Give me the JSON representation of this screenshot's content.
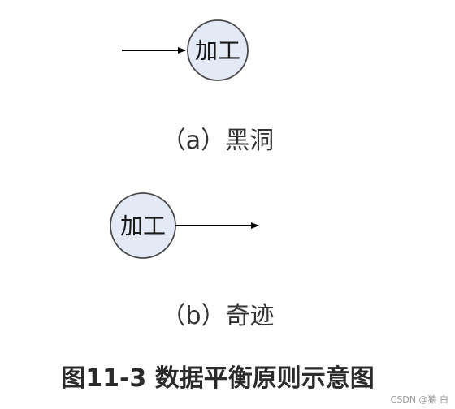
{
  "diagram_a": {
    "node_label": "加工",
    "caption": "（a）黑洞"
  },
  "diagram_b": {
    "node_label": "加工",
    "caption": "（b）奇迹"
  },
  "figure_title": "图11-3 数据平衡原则示意图",
  "watermark": "CSDN @猿 白",
  "colors": {
    "node_fill": "#e3e9f5",
    "node_stroke": "#4a4a4a",
    "arrow": "#000000"
  }
}
